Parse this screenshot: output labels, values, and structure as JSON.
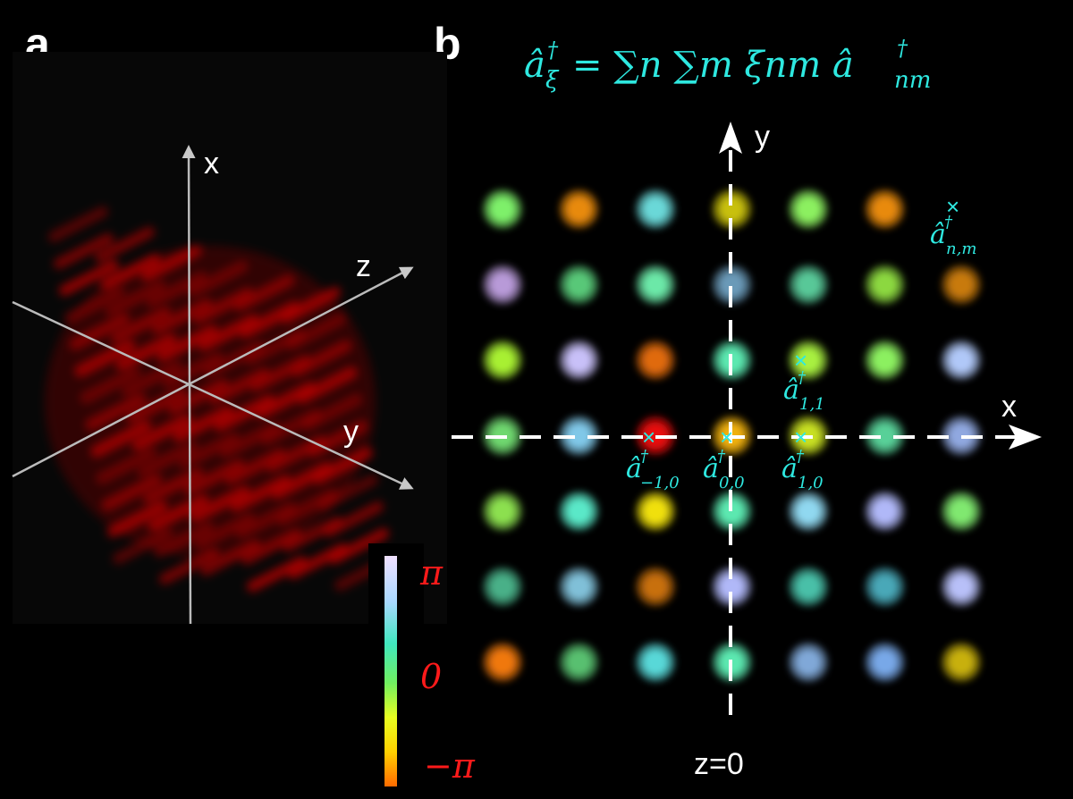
{
  "panel_a": {
    "label": "a",
    "axis_labels": {
      "x": "x",
      "y": "y",
      "z": "z"
    }
  },
  "panel_b": {
    "label": "b",
    "formula": {
      "lhs": "â",
      "lhs_sub": "ξ",
      "dagger": "†",
      "rhs": "= ∑n ∑m ξnm â",
      "rhs_sub": "nm"
    },
    "axis_labels": {
      "x": "x",
      "y": "y"
    },
    "plane_label": "z=0",
    "operator_labels": [
      {
        "name": "a-n-m",
        "base": "â",
        "sub": "n,m"
      },
      {
        "name": "a-1-1",
        "base": "â",
        "sub": "1,1"
      },
      {
        "name": "a-minus1-0",
        "base": "â",
        "sub": "−1,0"
      },
      {
        "name": "a-0-0",
        "base": "â",
        "sub": "0,0"
      },
      {
        "name": "a-1-0",
        "base": "â",
        "sub": "1,0"
      }
    ],
    "colorbar": {
      "top_label": "π",
      "mid_label": "0",
      "bottom_label": "−π"
    },
    "lattice_colors": [
      [
        "#7ef06a",
        "#e88a10",
        "#6ad8d8",
        "#c8c010",
        "#8cf060",
        "#e88a10",
        null
      ],
      [
        "#b89ad8",
        "#58c878",
        "#6ce8a8",
        "#6a9ab8",
        "#58c898",
        "#8cd840",
        "#c87a10"
      ],
      [
        "#a8f030",
        "#c8c0f8",
        "#e06a10",
        "#5ce8b0",
        "#a8f040",
        "#8cf060",
        "#b0c8f8"
      ],
      [
        "#70d870",
        "#80c8e8",
        "#e81010",
        "#f0b010",
        "#c8e020",
        "#58d098",
        "#90a8e0"
      ],
      [
        "#8ce050",
        "#5ae8c8",
        "#f0e010",
        "#5ce8b0",
        "#90d8f0",
        "#b0b8f8",
        "#80e870"
      ],
      [
        "#48b088",
        "#80c0d8",
        "#c87010",
        "#b0b8f8",
        "#48c0a8",
        "#48a8b8",
        "#b8c0f8"
      ],
      [
        "#f07810",
        "#58c070",
        "#58d8d8",
        "#5ce8b0",
        "#80a8d8",
        "#78a8e8",
        "#c8b010"
      ]
    ]
  }
}
